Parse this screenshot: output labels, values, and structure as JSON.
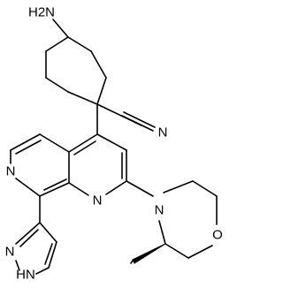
{
  "structure": {
    "atom_labels": {
      "amine": "H2N",
      "nitrile_nitrogen": "N",
      "pyridine_nitrogen_left": "N",
      "pyridine_nitrogen_center": "N",
      "morpholine_nitrogen": "N",
      "morpholine_oxygen": "O",
      "pyrazole_nitrogen": "N",
      "pyrazole_nh": "HN"
    }
  }
}
